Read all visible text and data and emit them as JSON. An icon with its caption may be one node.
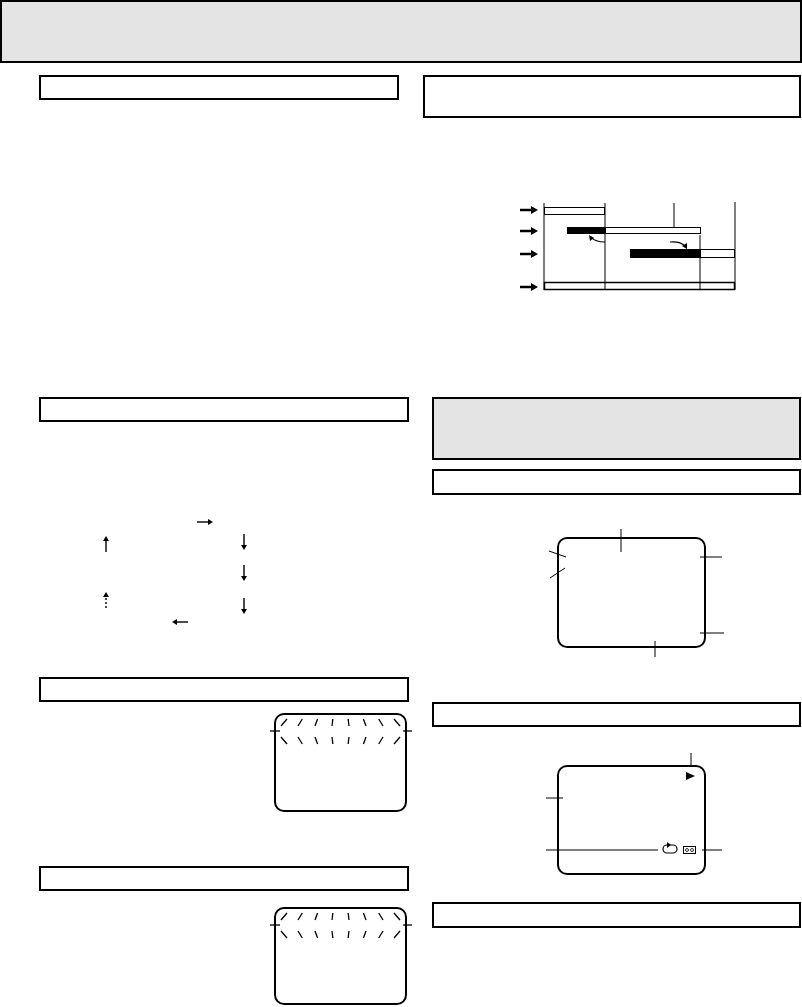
{
  "diagram": {
    "nodes": [
      {
        "text": [],
        "shape": "bar"
      },
      {
        "text": [],
        "shape": "box"
      },
      {
        "text": [],
        "shape": "box"
      },
      {
        "text": [],
        "shape": "box"
      },
      {
        "text": [],
        "shape": "bar"
      },
      {
        "text": [],
        "shape": "box"
      },
      {
        "text": [],
        "shape": "box"
      },
      {
        "text": [],
        "shape": "box"
      },
      {
        "text": [],
        "shape": "box"
      },
      {
        "text": [],
        "shape": "box"
      },
      {
        "text": [],
        "shape": "box"
      },
      {
        "text": [],
        "shape": "box"
      },
      {
        "text": [],
        "shape": "box"
      },
      {
        "text": [],
        "shape": "box"
      }
    ],
    "edges": [
      {
        "from": null,
        "to": 6,
        "arrow": "none"
      },
      {
        "from": null,
        "to": 6,
        "arrow": "none"
      },
      {
        "from": null,
        "to": 6,
        "arrow": "none"
      },
      {
        "from": null,
        "to": 6,
        "arrow": "none"
      },
      {
        "from": null,
        "to": 6,
        "arrow": "none"
      },
      {
        "from": null,
        "to": 6,
        "arrow": "none"
      },
      {
        "from": null,
        "to": 10,
        "arrow": "none"
      },
      {
        "from": null,
        "to": 10,
        "arrow": "none"
      },
      {
        "from": null,
        "to": 10,
        "arrow": "none"
      },
      {
        "from": null,
        "to": 10,
        "arrow": "none"
      }
    ]
  }
}
